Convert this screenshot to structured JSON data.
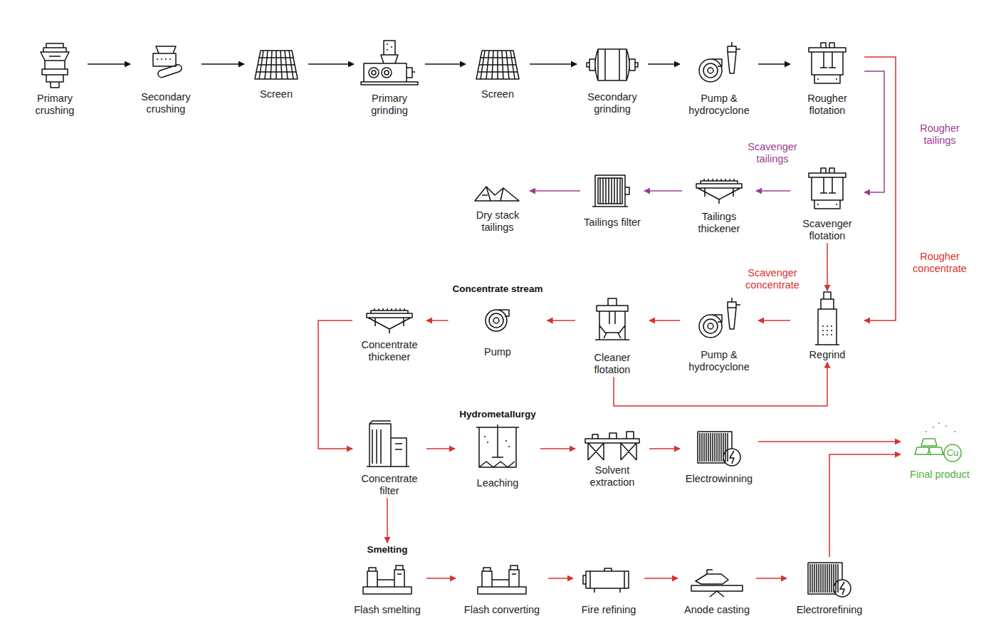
{
  "diagram": {
    "nodes": [
      {
        "text": [
          "Primary crushing"
        ]
      },
      {
        "text": [
          "Secondary crushing"
        ]
      },
      {
        "text": [
          "Screen"
        ]
      },
      {
        "text": [
          "Primary grinding"
        ]
      },
      {
        "text": [
          "Screen"
        ]
      },
      {
        "text": [
          "Secondary grinding"
        ]
      },
      {
        "text": [
          "Pump & hydrocyclone"
        ]
      },
      {
        "text": [
          "Rougher flotation"
        ]
      },
      {
        "text": [
          "Dry stack tailings"
        ]
      },
      {
        "text": [
          "Tailings filter"
        ]
      },
      {
        "text": [
          "Tailings thickener"
        ]
      },
      {
        "text": [
          "Scavenger flotation"
        ]
      },
      {
        "text": [
          "Concentrate thickener"
        ]
      },
      {
        "text": [
          "Concentrate stream",
          "Pump"
        ]
      },
      {
        "text": [
          "Cleaner flotation"
        ]
      },
      {
        "text": [
          "Pump & hydrocyclone"
        ]
      },
      {
        "text": [
          "Regrind"
        ]
      },
      {
        "text": [
          "Concentrate filter"
        ]
      },
      {
        "text": [
          "Hydrometallurgy",
          "Leaching"
        ]
      },
      {
        "text": [
          "Solvent extraction"
        ]
      },
      {
        "text": [
          "Electrowinning"
        ]
      },
      {
        "text": [
          "Cu",
          "Final product"
        ]
      },
      {
        "text": [
          "Smelting",
          "Flash smelting"
        ]
      },
      {
        "text": [
          "Flash converting"
        ]
      },
      {
        "text": [
          "Fire refining"
        ]
      },
      {
        "text": [
          "Anode casting"
        ]
      },
      {
        "text": [
          "Electrorefining"
        ]
      }
    ],
    "edges": [
      {
        "from": 0,
        "to": 1,
        "arrow": "to"
      },
      {
        "from": 1,
        "to": 2,
        "arrow": "to"
      },
      {
        "from": 2,
        "to": 3,
        "arrow": "to"
      },
      {
        "from": 3,
        "to": 4,
        "arrow": "to"
      },
      {
        "from": 4,
        "to": 5,
        "arrow": "to"
      },
      {
        "from": 5,
        "to": 6,
        "arrow": "to"
      },
      {
        "from": 6,
        "to": 7,
        "arrow": "to"
      },
      {
        "from": 7,
        "to": 11,
        "label": "Rougher tailings",
        "arrow": "to"
      },
      {
        "from": 7,
        "to": 16,
        "label": "Rougher concentrate",
        "arrow": "to"
      },
      {
        "from": 11,
        "to": 10,
        "label": "Scavenger tailings",
        "arrow": "to"
      },
      {
        "from": 10,
        "to": 9,
        "arrow": "to"
      },
      {
        "from": 9,
        "to": 8,
        "arrow": "to"
      },
      {
        "from": 11,
        "to": 16,
        "label": "Scavenger concentrate",
        "arrow": "to"
      },
      {
        "from": 16,
        "to": 15,
        "arrow": "to"
      },
      {
        "from": 15,
        "to": 14,
        "arrow": "to"
      },
      {
        "from": 14,
        "to": 13,
        "arrow": "to"
      },
      {
        "from": 13,
        "to": 12,
        "arrow": "to"
      },
      {
        "from": 14,
        "to": 16,
        "arrow": "to"
      },
      {
        "from": 12,
        "to": 17,
        "arrow": "to"
      },
      {
        "from": 17,
        "to": 18,
        "arrow": "to"
      },
      {
        "from": 18,
        "to": 19,
        "arrow": "to"
      },
      {
        "from": 19,
        "to": 20,
        "arrow": "to"
      },
      {
        "from": 20,
        "to": 21,
        "arrow": "to"
      },
      {
        "from": 17,
        "to": 22,
        "arrow": "to"
      },
      {
        "from": 22,
        "to": 23,
        "arrow": "to"
      },
      {
        "from": 23,
        "to": 24,
        "arrow": "to"
      },
      {
        "from": 24,
        "to": 25,
        "arrow": "to"
      },
      {
        "from": 25,
        "to": 26,
        "arrow": "to"
      },
      {
        "from": 26,
        "to": 21,
        "arrow": "to"
      }
    ]
  }
}
